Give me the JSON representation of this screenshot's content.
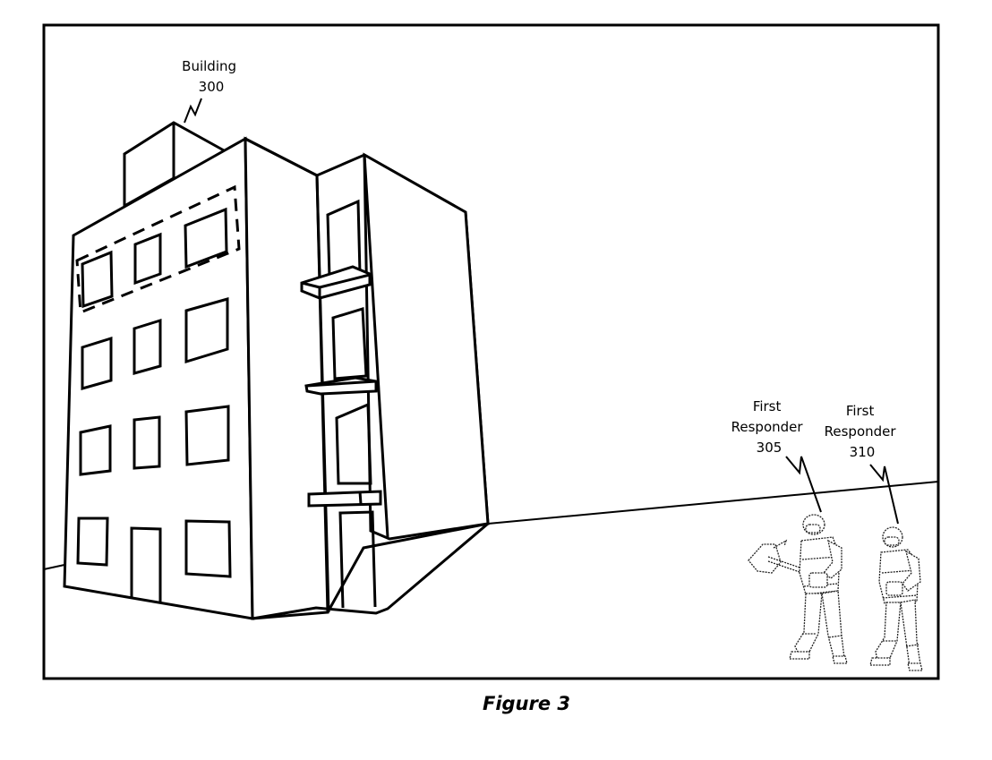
{
  "figure": {
    "caption": "Figure 3",
    "background": "#ffffff",
    "stroke_color": "#000000"
  },
  "labels": {
    "building": {
      "line1": "Building",
      "line2": "300"
    },
    "responder_305": {
      "line1": "First",
      "line2": "Responder",
      "line3": "305"
    },
    "responder_310": {
      "line1": "First",
      "line2": "Responder",
      "line3": "310"
    }
  },
  "elements": {
    "building": {
      "name": "Building",
      "ref": "300",
      "highlighted_region": "dashed outline around top-floor windows"
    },
    "responders": [
      {
        "name": "First Responder",
        "ref": "305",
        "holding": "axe"
      },
      {
        "name": "First Responder",
        "ref": "310"
      }
    ]
  }
}
